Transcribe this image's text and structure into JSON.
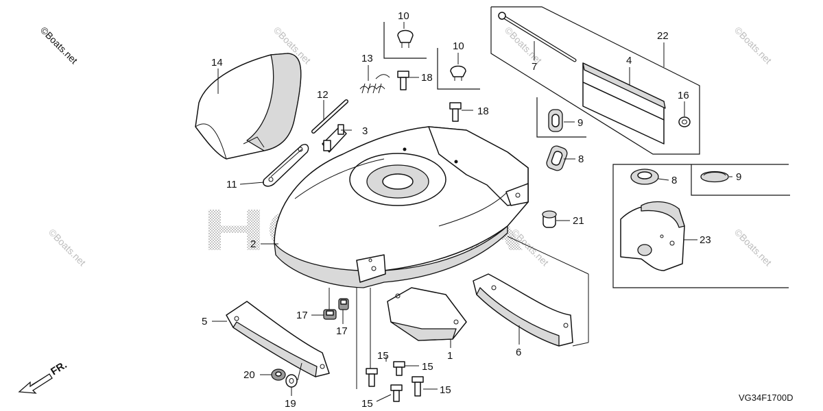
{
  "watermark": "©Boats.net",
  "brand_text": "HONDA",
  "diagram_code": "VG34F1700D",
  "front_indicator": "FR.",
  "callouts": {
    "c1": "1",
    "c2": "2",
    "c3": "3",
    "c4": "4",
    "c5": "5",
    "c6": "6",
    "c7": "7",
    "c8a": "8",
    "c8b": "8",
    "c9a": "9",
    "c9b": "9",
    "c10a": "10",
    "c10b": "10",
    "c11": "11",
    "c12": "12",
    "c13": "13",
    "c14": "14",
    "c15a": "15",
    "c15b": "15",
    "c15c": "15",
    "c15d": "15",
    "c16": "16",
    "c17a": "17",
    "c17b": "17",
    "c18a": "18",
    "c18b": "18",
    "c19": "19",
    "c20": "20",
    "c21": "21",
    "c22": "22",
    "c23": "23"
  }
}
